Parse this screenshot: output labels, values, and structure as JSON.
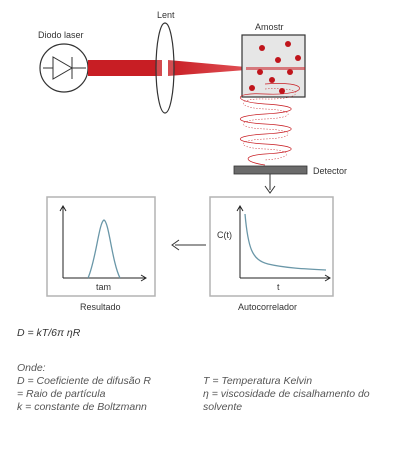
{
  "labels": {
    "laser": "Diodo laser",
    "lens": "Lent",
    "sample": "Amostr",
    "detector": "Detector",
    "result_axis_x": "tam",
    "autocorr_axis_y": "C(t)",
    "autocorr_axis_x": "t",
    "result_caption": "Resultado",
    "autocorr_caption": "Autocorrelador"
  },
  "formula": "D = kT/6π ηR",
  "legend": {
    "onde": "Onde:",
    "d_def": "D = Coeficiente de difusão R = Raio de partícula",
    "k_def": "k = constante de Boltzmann",
    "t_def": "T = Temperatura Kelvin",
    "eta_def": "η = viscosidade de cisalhamento do solvente"
  },
  "colors": {
    "beam": "#c81e24",
    "particle": "#c0151c",
    "panel_border": "#b3b3b3",
    "curve": "#6a97a8",
    "detector": "#6b6b6b"
  },
  "icons": [
    "diode-triangle-icon",
    "lens-icon",
    "arrow-down-icon",
    "arrow-left-icon"
  ]
}
